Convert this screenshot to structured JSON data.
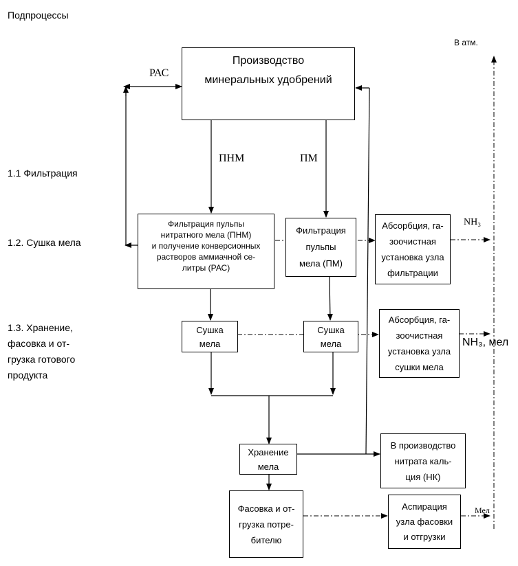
{
  "sidebar": {
    "title": "Подпроцессы",
    "stages": [
      {
        "lines": [
          "1.1 Фильтрация"
        ]
      },
      {
        "lines": [
          "1.2. Сушка мела"
        ]
      },
      {
        "lines": [
          "1.3. Хранение,",
          "фасовка и от-",
          "грузка готового",
          "продукта"
        ]
      }
    ]
  },
  "labels": {
    "atm": "В атм.",
    "pas": "РАС",
    "pnm": "ПНМ",
    "pm": "ПМ",
    "nh3_a": "NH₃",
    "nh3_b": "NH₃, мел",
    "mel": "Мел"
  },
  "boxes": {
    "production": [
      "Производство",
      "минеральных удобрений"
    ],
    "filtration_pnm": [
      "Фильтрация пульпы",
      "нитратного мела (ПНМ)",
      "и получение конверсионных",
      "растворов аммиачной се-",
      "литры (РАС)"
    ],
    "filtration_pm": [
      "Фильтрация",
      "пульпы",
      "мела (ПМ)"
    ],
    "absorption_filtration": [
      "Абсорбция, га-",
      "зоочистная",
      "установка узла",
      "фильтрации"
    ],
    "drying_1": [
      "Сушка",
      "мела"
    ],
    "drying_2": [
      "Сушка",
      "мела"
    ],
    "absorption_drying": [
      "Абсорбция, га-",
      "зоочистная",
      "установка узла",
      "сушки мела"
    ],
    "storage": [
      "Хранение",
      "мела"
    ],
    "calcium_nitrate": [
      "В производство",
      "нитрата каль-",
      "ция (НК)"
    ],
    "packing": [
      "Фасовка и от-",
      "грузка потре-",
      "бителю"
    ],
    "aspiration": [
      "Аспирация",
      "узла фасовки",
      "и отгрузки"
    ]
  }
}
